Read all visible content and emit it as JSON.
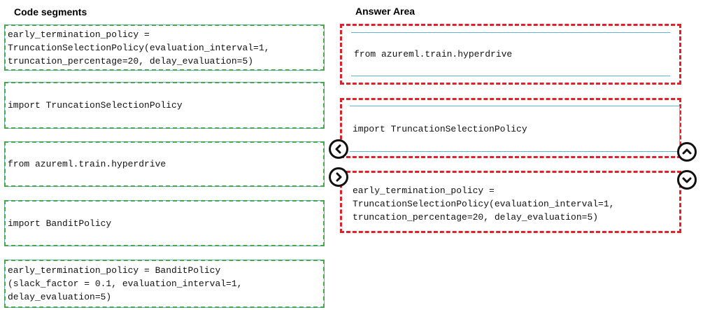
{
  "headings": {
    "code_segments": "Code segments",
    "answer_area": "Answer Area"
  },
  "code_segments": [
    {
      "text": "early_termination_policy =\nTruncationSelectionPolicy(evaluation_interval=1,\ntruncation_percentage=20, delay_evaluation=5)"
    },
    {
      "text": "import TruncationSelectionPolicy"
    },
    {
      "text": "from azureml.train.hyperdrive"
    },
    {
      "text": "import BanditPolicy"
    },
    {
      "text": "early_termination_policy = BanditPolicy\n(slack_factor = 0.1, evaluation_interval=1,\ndelay_evaluation=5)"
    }
  ],
  "answer_area": [
    {
      "text": "from azureml.train.hyperdrive"
    },
    {
      "text": "import TruncationSelectionPolicy"
    },
    {
      "text": "early_termination_policy =\nTruncationSelectionPolicy(evaluation_interval=1,\ntruncation_percentage=20, delay_evaluation=5)"
    }
  ],
  "controls": {
    "move_left_icon": "chevron-left-icon",
    "move_right_icon": "chevron-right-icon",
    "move_up_icon": "chevron-up-icon",
    "move_down_icon": "chevron-down-icon"
  },
  "colors": {
    "segment_border": "#47a84a",
    "segment_edge": "#5cb4d6",
    "slot_border": "#e0202a"
  }
}
